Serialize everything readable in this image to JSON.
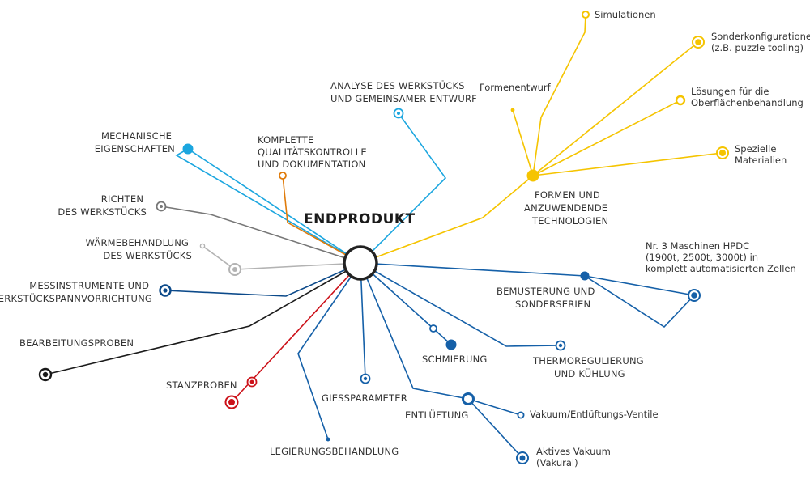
{
  "center": {
    "label": "ENDPRODUKT"
  },
  "colors": {
    "cyan": "#1ba6df",
    "orange": "#e07b0a",
    "gray": "#777777",
    "lightgray": "#b3b3b3",
    "navy": "#0c4a8a",
    "black": "#1a1a1a",
    "red": "#cc1119",
    "blue": "#1560a8",
    "yellow": "#f5c400",
    "center": "#222222"
  },
  "nodes": {
    "analyse": {
      "line1": "ANALYSE DES WERKSTÜCKS",
      "line2": "UND GEMEINSAMER ENTWURF"
    },
    "mechanische": {
      "line1": "MECHANISCHE",
      "line2": "EIGENSCHAFTEN"
    },
    "qualitaet": {
      "line1": "KOMPLETTE",
      "line2": "QUALITÄTSKONTROLLE",
      "line3": "UND DOKUMENTATION"
    },
    "richten": {
      "line1": "RICHTEN",
      "line2": "DES WERKSTÜCKS"
    },
    "waerme": {
      "line1": "WÄRMEBEHANDLUNG",
      "line2": "DES WERKSTÜCKS"
    },
    "mess": {
      "line1": "MESSINSTRUMENTE UND",
      "line2": "WERKSTÜCKSPANNVORRICHTUNG"
    },
    "bearbeitung": {
      "line1": "BEARBEITUNGSPROBEN"
    },
    "stanz": {
      "line1": "STANZPROBEN"
    },
    "legierung": {
      "line1": "LEGIERUNGSBEHANDLUNG"
    },
    "giess": {
      "line1": "GIESSPARAMETER"
    },
    "entlueftung": {
      "line1": "ENTLÜFTUNG"
    },
    "vakuum_ventile": {
      "line1": "Vakuum/Entlüftungs-Ventile"
    },
    "aktives_vakuum": {
      "line1": "Aktives Vakuum",
      "line2": "(Vakural)"
    },
    "schmierung": {
      "line1": "SCHMIERUNG"
    },
    "thermo": {
      "line1": "THERMOREGULIERUNG",
      "line2": "UND KÜHLUNG"
    },
    "bemusterung": {
      "line1": "BEMUSTERUNG UND",
      "line2": "SONDERSERIEN"
    },
    "maschinen": {
      "line1": "Nr. 3 Maschinen HPDC",
      "line2": "(1900t, 2500t, 3000t) in",
      "line3": "komplett automatisierten Zellen"
    },
    "formen": {
      "line1": "FORMEN UND",
      "line2": "ANZUWENDENDE",
      "line3": "TECHNOLOGIEN"
    },
    "formenentwurf": {
      "line1": "Formenentwurf"
    },
    "simulationen": {
      "line1": "Simulationen"
    },
    "sonderkonfig": {
      "line1": "Sonderkonfigurationen",
      "line2": "(z.B. puzzle tooling)"
    },
    "loesungen": {
      "line1": "Lösungen für die",
      "line2": "Oberflächenbehandlung"
    },
    "spezielle": {
      "line1": "Spezielle",
      "line2": "Materialien"
    }
  }
}
